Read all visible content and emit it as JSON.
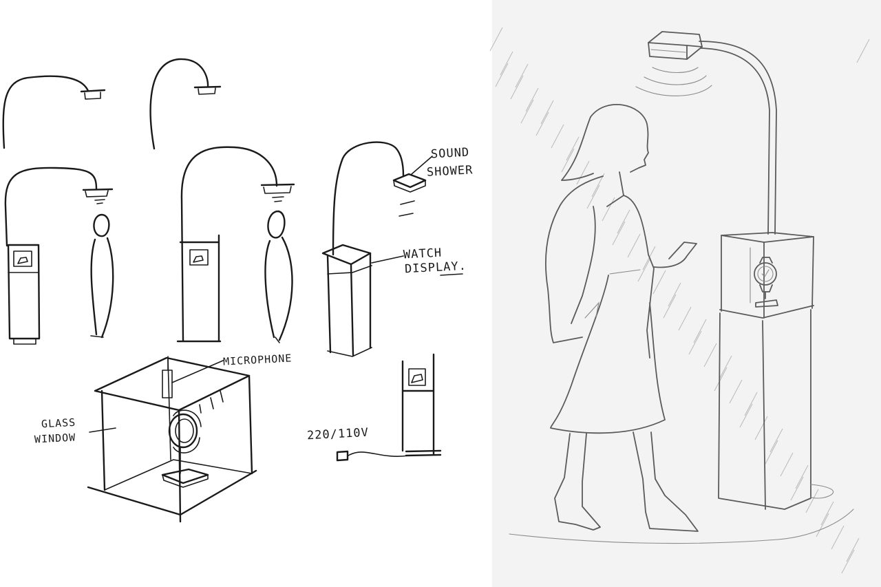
{
  "labels": {
    "sound_shower": [
      "SOUND",
      "SHOWER"
    ],
    "watch_display": [
      "WATCH",
      "DISPLAY."
    ],
    "microphone": "MICROPHONE",
    "glass_window": [
      "GLASS",
      "WINDOW"
    ],
    "voltage": "220/110V"
  },
  "icons": {
    "sound_shower": "speaker-dome-icon",
    "watch": "wristwatch-icon",
    "power_plug": "power-plug-icon"
  },
  "colors": {
    "ink": "#1a1a1a",
    "pencil": "#5a5a5a",
    "paper_left": "#ffffff",
    "paper_right": "#f3f3f3"
  }
}
